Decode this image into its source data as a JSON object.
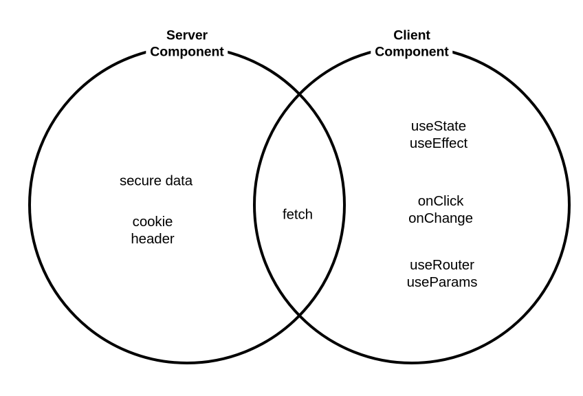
{
  "diagram": {
    "type": "venn",
    "background_color": "#ffffff",
    "stroke_color": "#000000",
    "stroke_width": 4,
    "sets": {
      "left": {
        "title_line_1": "Server",
        "title_line_2": "Component",
        "items": [
          {
            "lines": [
              "secure data"
            ]
          },
          {
            "lines": [
              "cookie",
              "header"
            ]
          }
        ]
      },
      "right": {
        "title_line_1": "Client",
        "title_line_2": "Component",
        "items": [
          {
            "lines": [
              "useState",
              "useEffect"
            ]
          },
          {
            "lines": [
              "onClick",
              "onChange"
            ]
          },
          {
            "lines": [
              "useRouter",
              "useParams"
            ]
          }
        ]
      },
      "intersection": {
        "items": [
          {
            "lines": [
              "fetch"
            ]
          }
        ]
      }
    }
  }
}
